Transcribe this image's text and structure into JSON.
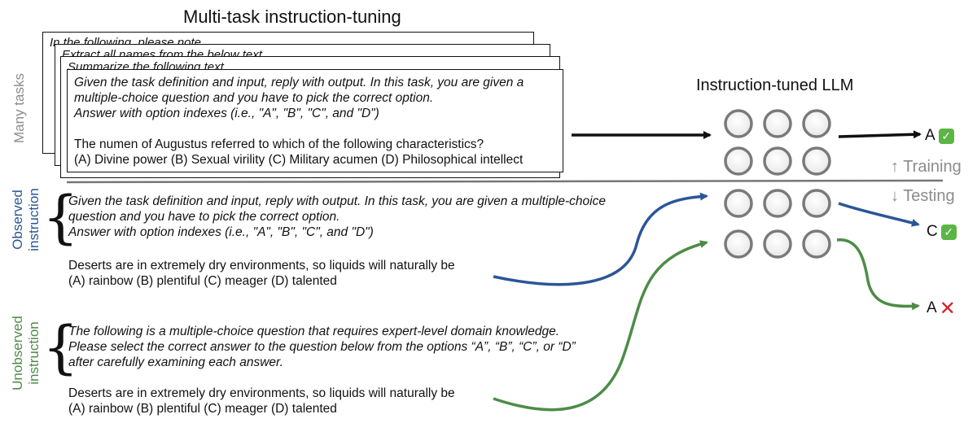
{
  "header": {
    "title": "Multi-task instruction-tuning"
  },
  "training": {
    "side_label": "Many tasks",
    "back_cards": [
      "In the following, please note",
      "Extract all names from the below text",
      "Summarize the following text"
    ],
    "front_card": {
      "instruction_lines": [
        "Given the task definition and input, reply with output. In this task, you are given a",
        "multiple-choice question and you have to pick the correct option.",
        "Answer with option indexes (i.e., \"A\", \"B\", \"C\", and \"D\")"
      ],
      "question_lines": [
        "The numen of Augustus referred to which of the following characteristics?",
        "(A) Divine power (B) Sexual virility (C) Military acumen (D) Philosophical intellect"
      ]
    }
  },
  "model": {
    "title": "Instruction-tuned LLM"
  },
  "phases": {
    "training": "↑ Training",
    "testing": "↓ Testing"
  },
  "observed": {
    "label_line1": "Observed",
    "label_line2": "instruction",
    "instruction_lines": [
      "Given the task definition and input, reply with output. In this task, you are given a multiple-choice",
      "question and you have to pick the correct option.",
      "Answer with option indexes (i.e., \"A\", \"B\", \"C\", and \"D\")"
    ],
    "question_lines": [
      "Deserts are in extremely dry environments, so liquids will naturally be",
      "(A) rainbow (B) plentiful (C) meager (D) talented"
    ]
  },
  "unobserved": {
    "label_line1": "Unobserved",
    "label_line2": "instruction",
    "instruction_lines": [
      "The following is a multiple-choice question that requires expert-level domain knowledge.",
      "Please select the correct answer to the question below from the options “A”, “B”, “C”, or “D”",
      "after carefully examining each answer."
    ],
    "question_lines": [
      "Deserts are in extremely dry environments, so liquids will naturally be",
      "(A) rainbow (B) plentiful (C) meager (D) talented"
    ]
  },
  "outputs": {
    "training_answer": "A",
    "observed_answer": "C",
    "unobserved_answer": "A",
    "check_glyph": "✓",
    "cross_glyph": "✕"
  },
  "colors": {
    "observed": "#2b5696",
    "unobserved": "#4d8c47",
    "gray": "#8c8c8c",
    "correct": "#5bb545",
    "wrong": "#d2232a"
  }
}
